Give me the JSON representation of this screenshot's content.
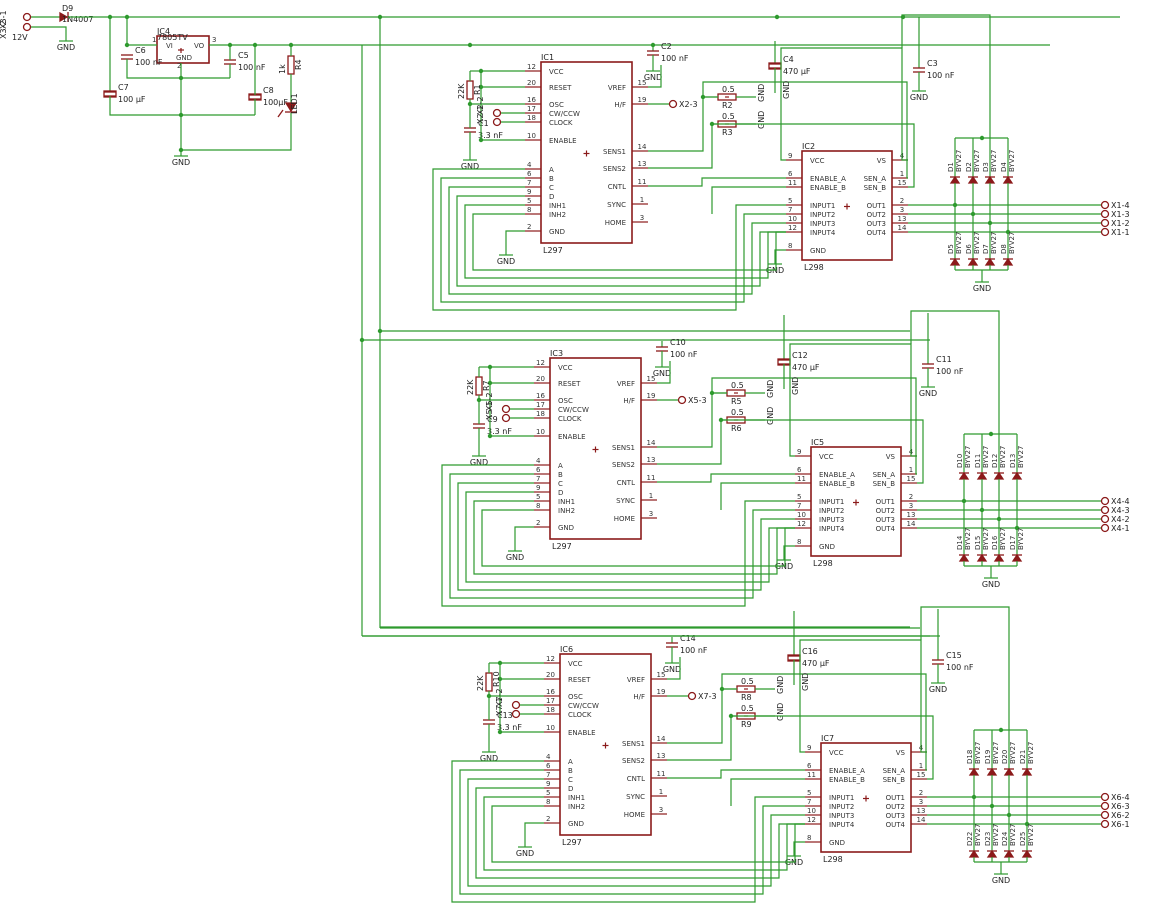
{
  "power": {
    "connector_pins": [
      "X3-1",
      "X3-2"
    ],
    "voltage": "12V",
    "diode": {
      "ref": "D9",
      "value": "1N4007"
    },
    "regulator": {
      "ref": "IC4",
      "value": "7805TV",
      "pin_vi": "VI",
      "pin_vo": "VO",
      "pin_gnd": "GND",
      "pin1": "1",
      "pin2": "2",
      "pin3": "3"
    },
    "caps": [
      {
        "ref": "C6",
        "value": "100 nF"
      },
      {
        "ref": "C7",
        "value": "100 µF"
      },
      {
        "ref": "C5",
        "value": "100 nF"
      },
      {
        "ref": "C8",
        "value": "100µF"
      }
    ],
    "resistor": {
      "ref": "R4",
      "value": "1k"
    },
    "led": {
      "ref": "LED1"
    }
  },
  "gnd_label": "GND",
  "ic_labels": {
    "l297_name": "L297",
    "l298_name": "L298",
    "l297_left": [
      {
        "num": "12",
        "name": "VCC"
      },
      {
        "num": "20",
        "name": "RESET"
      },
      {
        "num": "16",
        "name": "OSC"
      },
      {
        "num": "17",
        "name": "CW/CCW"
      },
      {
        "num": "18",
        "name": "CLOCK"
      },
      {
        "num": "10",
        "name": "ENABLE"
      },
      {
        "num": "4",
        "name": "A"
      },
      {
        "num": "6",
        "name": "B"
      },
      {
        "num": "7",
        "name": "C"
      },
      {
        "num": "9",
        "name": "D"
      },
      {
        "num": "5",
        "name": "INH1"
      },
      {
        "num": "8",
        "name": "INH2"
      },
      {
        "num": "2",
        "name": "GND"
      }
    ],
    "l297_right": [
      {
        "num": "15",
        "name": "VREF"
      },
      {
        "num": "19",
        "name": "H/F"
      },
      {
        "num": "14",
        "name": "SENS1"
      },
      {
        "num": "13",
        "name": "SENS2"
      },
      {
        "num": "11",
        "name": "CNTL"
      },
      {
        "num": "1",
        "name": "SYNC"
      },
      {
        "num": "3",
        "name": "HOME"
      }
    ],
    "l298_left": [
      {
        "num": "9",
        "name": "VCC"
      },
      {
        "num": "6",
        "name": "ENABLE_A"
      },
      {
        "num": "11",
        "name": "ENABLE_B"
      },
      {
        "num": "5",
        "name": "INPUT1"
      },
      {
        "num": "7",
        "name": "INPUT2"
      },
      {
        "num": "10",
        "name": "INPUT3"
      },
      {
        "num": "12",
        "name": "INPUT4"
      },
      {
        "num": "8",
        "name": "GND"
      }
    ],
    "l298_right": [
      {
        "num": "4",
        "name": "VS"
      },
      {
        "num": "1",
        "name": "SEN_A"
      },
      {
        "num": "15",
        "name": "SEN_B"
      },
      {
        "num": "2",
        "name": "OUT1"
      },
      {
        "num": "3",
        "name": "OUT2"
      },
      {
        "num": "13",
        "name": "OUT3"
      },
      {
        "num": "14",
        "name": "OUT4"
      }
    ],
    "diode_value": "BYV27",
    "r_value": "22K",
    "c_osc_value": "3.3 nF",
    "r_sense_value": "0.5",
    "c_small_value": "100 nF",
    "c_big_value": "470 µF"
  },
  "stages": [
    {
      "l297": "IC1",
      "l298": "IC2",
      "c_l297": "C2",
      "c_big": "C4",
      "c_l298": "C3",
      "r_osc": "R1",
      "c_osc": "C1",
      "r_sense_a": "R2",
      "r_sense_b": "R3",
      "connector": "X2",
      "hf_label": "X2-3",
      "conn_cw": "X2-2",
      "conn_clk": "X2-1",
      "diodes_top": [
        "D1",
        "D2",
        "D3",
        "D4"
      ],
      "diodes_bottom": [
        "D5",
        "D6",
        "D7",
        "D8"
      ],
      "outputs": [
        "X1-4",
        "X1-3",
        "X1-2",
        "X1-1"
      ]
    },
    {
      "l297": "IC3",
      "l298": "IC5",
      "c_l297": "C10",
      "c_big": "C12",
      "c_l298": "C11",
      "r_osc": "R7",
      "c_osc": "C9",
      "r_sense_a": "R5",
      "r_sense_b": "R6",
      "connector": "X5",
      "hf_label": "X5-3",
      "conn_cw": "X5-2",
      "conn_clk": "X5-1",
      "diodes_top": [
        "D10",
        "D11",
        "D12",
        "D13"
      ],
      "diodes_bottom": [
        "D14",
        "D15",
        "D16",
        "D17"
      ],
      "outputs": [
        "X4-4",
        "X4-3",
        "X4-2",
        "X4-1"
      ]
    },
    {
      "l297": "IC6",
      "l298": "IC7",
      "c_l297": "C14",
      "c_big": "C16",
      "c_l298": "C15",
      "r_osc": "R10",
      "c_osc": "C13",
      "r_sense_a": "R8",
      "r_sense_b": "R9",
      "connector": "X7",
      "hf_label": "X7-3",
      "conn_cw": "X7-2",
      "conn_clk": "X7-1",
      "diodes_top": [
        "D18",
        "D19",
        "D20",
        "D21"
      ],
      "diodes_bottom": [
        "D22",
        "D23",
        "D24",
        "D25"
      ],
      "outputs": [
        "X6-4",
        "X6-3",
        "X6-2",
        "X6-1"
      ]
    }
  ]
}
